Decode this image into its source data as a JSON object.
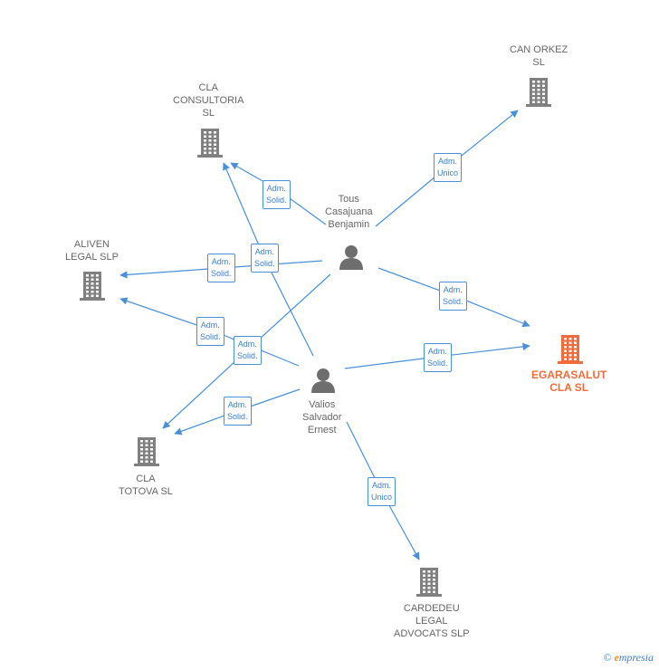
{
  "colors": {
    "edge": "#4a90d9",
    "company": "#808080",
    "company_highlight": "#f26b3a",
    "person": "#6e6e6e"
  },
  "companies": [
    {
      "id": "can_orkez",
      "lines": [
        "CAN ORKEZ",
        "SL"
      ],
      "highlight": false
    },
    {
      "id": "cla_consultoria",
      "lines": [
        "CLA",
        "CONSULTORIA",
        "SL"
      ],
      "highlight": false
    },
    {
      "id": "aliven",
      "lines": [
        "ALIVEN",
        "LEGAL  SLP"
      ],
      "highlight": false
    },
    {
      "id": "egarasalut",
      "lines": [
        "EGARASALUT",
        "CLA  SL"
      ],
      "highlight": true
    },
    {
      "id": "cla_totova",
      "lines": [
        "CLA",
        "TOTOVA  SL"
      ],
      "highlight": false
    },
    {
      "id": "cardedeu",
      "lines": [
        "CARDEDEU",
        "LEGAL",
        "ADVOCATS SLP"
      ],
      "highlight": false
    }
  ],
  "persons": [
    {
      "id": "tous",
      "lines": [
        "Tous",
        "Casajuana",
        "Benjamin"
      ]
    },
    {
      "id": "valios",
      "lines": [
        "Valios",
        "Salvador",
        "Ernest"
      ]
    }
  ],
  "edges": [
    {
      "from": "tous",
      "to": "can_orkez",
      "lines": [
        "Adm.",
        "Unico"
      ]
    },
    {
      "from": "tous",
      "to": "cla_consultoria",
      "lines": [
        "Adm.",
        "Solid."
      ]
    },
    {
      "from": "tous",
      "to": "aliven",
      "lines": [
        "Adm.",
        "Solid."
      ]
    },
    {
      "from": "tous",
      "to": "egarasalut",
      "lines": [
        "Adm.",
        "Solid."
      ]
    },
    {
      "from": "tous",
      "to": "cla_totova",
      "lines": [
        "Adm.",
        "Solid."
      ]
    },
    {
      "from": "valios",
      "to": "cla_consultoria",
      "lines": [
        "Adm.",
        "Solid."
      ]
    },
    {
      "from": "valios",
      "to": "aliven",
      "lines": [
        "Adm.",
        "Solid."
      ]
    },
    {
      "from": "valios",
      "to": "egarasalut",
      "lines": [
        "Adm.",
        "Solid."
      ]
    },
    {
      "from": "valios",
      "to": "cla_totova",
      "lines": [
        "Adm.",
        "Solid."
      ]
    },
    {
      "from": "valios",
      "to": "cardedeu",
      "lines": [
        "Adm.",
        "Unico"
      ]
    }
  ],
  "footer": {
    "copyright": "©",
    "brand_initial": "e",
    "brand_rest": "mpresia"
  }
}
